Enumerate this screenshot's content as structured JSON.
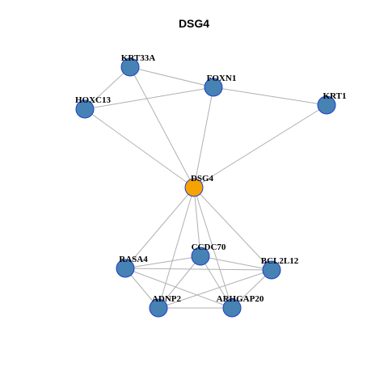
{
  "title": "DSG4",
  "colors": {
    "hub": "#F5A300",
    "node": "#4682B4",
    "node_stroke": "#1F3FC8",
    "hub_stroke": "#1F3FC8",
    "edge": "#B0B0B0"
  },
  "nodes": [
    {
      "id": "KRT33A",
      "label": "KRT33A",
      "hub": false
    },
    {
      "id": "FOXN1",
      "label": "FOXN1",
      "hub": false
    },
    {
      "id": "HOXC13",
      "label": "HOXC13",
      "hub": false
    },
    {
      "id": "KRT1",
      "label": "KRT1",
      "hub": false
    },
    {
      "id": "DSG4",
      "label": "DSG4",
      "hub": true
    },
    {
      "id": "CCDC70",
      "label": "CCDC70",
      "hub": false
    },
    {
      "id": "RASA4",
      "label": "RASA4",
      "hub": false
    },
    {
      "id": "BCL2L12",
      "label": "BCL2L12",
      "hub": false
    },
    {
      "id": "ADNP2",
      "label": "ADNP2",
      "hub": false
    },
    {
      "id": "ARHGAP20",
      "label": "ARHGAP20",
      "hub": false
    }
  ],
  "edges": [
    [
      "KRT33A",
      "FOXN1"
    ],
    [
      "KRT33A",
      "HOXC13"
    ],
    [
      "KRT33A",
      "DSG4"
    ],
    [
      "FOXN1",
      "HOXC13"
    ],
    [
      "FOXN1",
      "KRT1"
    ],
    [
      "FOXN1",
      "DSG4"
    ],
    [
      "HOXC13",
      "DSG4"
    ],
    [
      "KRT1",
      "DSG4"
    ],
    [
      "DSG4",
      "CCDC70"
    ],
    [
      "DSG4",
      "RASA4"
    ],
    [
      "DSG4",
      "BCL2L12"
    ],
    [
      "DSG4",
      "ADNP2"
    ],
    [
      "DSG4",
      "ARHGAP20"
    ],
    [
      "CCDC70",
      "RASA4"
    ],
    [
      "CCDC70",
      "BCL2L12"
    ],
    [
      "CCDC70",
      "ADNP2"
    ],
    [
      "CCDC70",
      "ARHGAP20"
    ],
    [
      "RASA4",
      "BCL2L12"
    ],
    [
      "RASA4",
      "ADNP2"
    ],
    [
      "RASA4",
      "ARHGAP20"
    ],
    [
      "BCL2L12",
      "ADNP2"
    ],
    [
      "BCL2L12",
      "ARHGAP20"
    ],
    [
      "ADNP2",
      "ARHGAP20"
    ]
  ]
}
